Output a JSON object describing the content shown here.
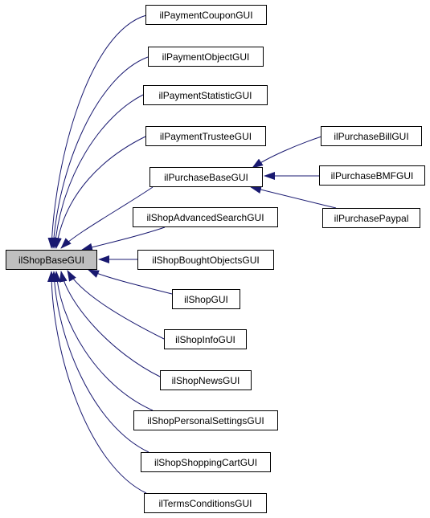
{
  "diagram": {
    "base": {
      "label": "ilShopBaseGUI"
    },
    "purchase_base": {
      "label": "ilPurchaseBaseGUI"
    },
    "derived": [
      {
        "label": "ilPaymentCouponGUI"
      },
      {
        "label": "ilPaymentObjectGUI"
      },
      {
        "label": "ilPaymentStatisticGUI"
      },
      {
        "label": "ilPaymentTrusteeGUI"
      },
      {
        "label": "ilShopAdvancedSearchGUI"
      },
      {
        "label": "ilShopBoughtObjectsGUI"
      },
      {
        "label": "ilShopGUI"
      },
      {
        "label": "ilShopInfoGUI"
      },
      {
        "label": "ilShopNewsGUI"
      },
      {
        "label": "ilShopPersonalSettingsGUI"
      },
      {
        "label": "ilShopShoppingCartGUI"
      },
      {
        "label": "ilTermsConditionsGUI"
      }
    ],
    "purchase_children": [
      {
        "label": "ilPurchaseBillGUI"
      },
      {
        "label": "ilPurchaseBMFGUI"
      },
      {
        "label": "ilPurchasePaypal"
      }
    ],
    "colors": {
      "edge": "#191970",
      "node_border": "#000000",
      "base_fill": "#bfbfbf"
    }
  }
}
